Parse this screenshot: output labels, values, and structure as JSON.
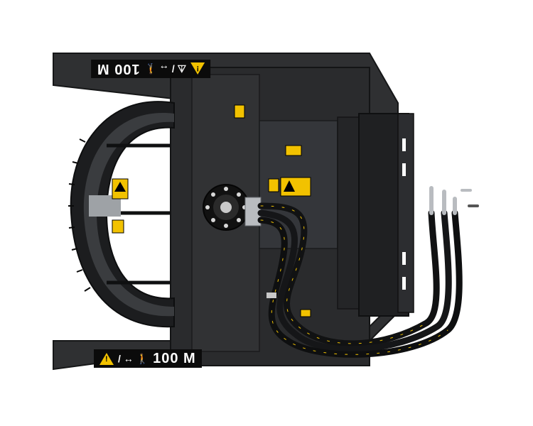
{
  "product": {
    "kind": "skid-steer brush cutter attachment (top view)",
    "colors": {
      "body": "#2b2c2e",
      "edge": "#1a1b1c",
      "warning_yellow": "#f2c200",
      "hose": "#111213",
      "steel": "#b9bcc0"
    }
  },
  "labels": {
    "top_warning": {
      "symbols": "⚠ / ↔ 🚶",
      "text": "100 M"
    },
    "bottom_warning": {
      "symbols": "/ ↔ 🚶",
      "text": "100 M"
    }
  },
  "icons": [
    "warning-triangle-icon",
    "distance-arrows-icon",
    "person-icon",
    "hose-icon",
    "motor-icon"
  ]
}
